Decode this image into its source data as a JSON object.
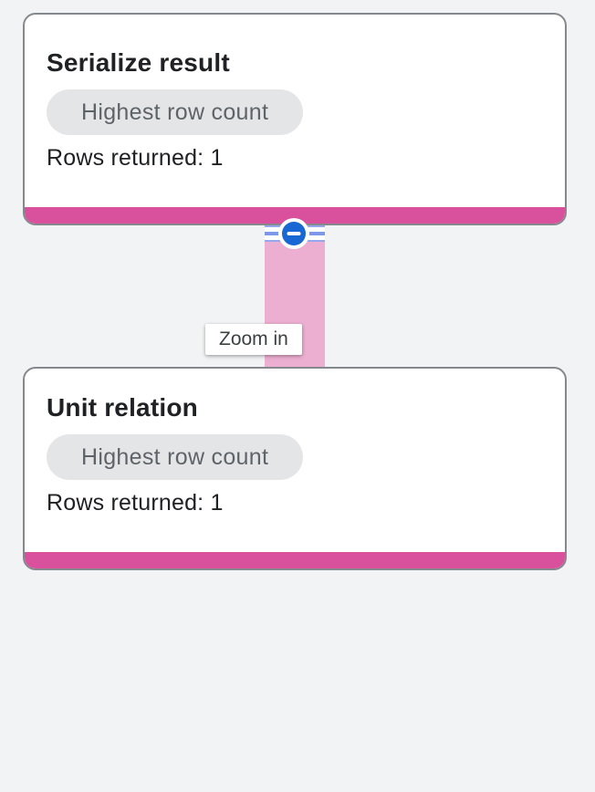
{
  "nodes": [
    {
      "title": "Serialize result",
      "badge": "Highest row count",
      "rows_label": "Rows returned: 1"
    },
    {
      "title": "Unit relation",
      "badge": "Highest row count",
      "rows_label": "Rows returned: 1"
    }
  ],
  "edge": {
    "collapse_icon": "minus-circle-icon"
  },
  "tooltip": {
    "text": "Zoom in"
  },
  "colors": {
    "canvas_background": "#F1F3F4",
    "card_background": "#FFFFFF",
    "card_border": "#85898E",
    "accent_pink": "#D9509C",
    "edge_pink": "#ECAFD1",
    "collapse_blue": "#1967D2",
    "stripe_blue": "#93A8ED",
    "badge_background": "#E4E5E7",
    "badge_text": "#5F6368",
    "text_dark": "#202124",
    "tooltip_text": "#3C4043"
  }
}
